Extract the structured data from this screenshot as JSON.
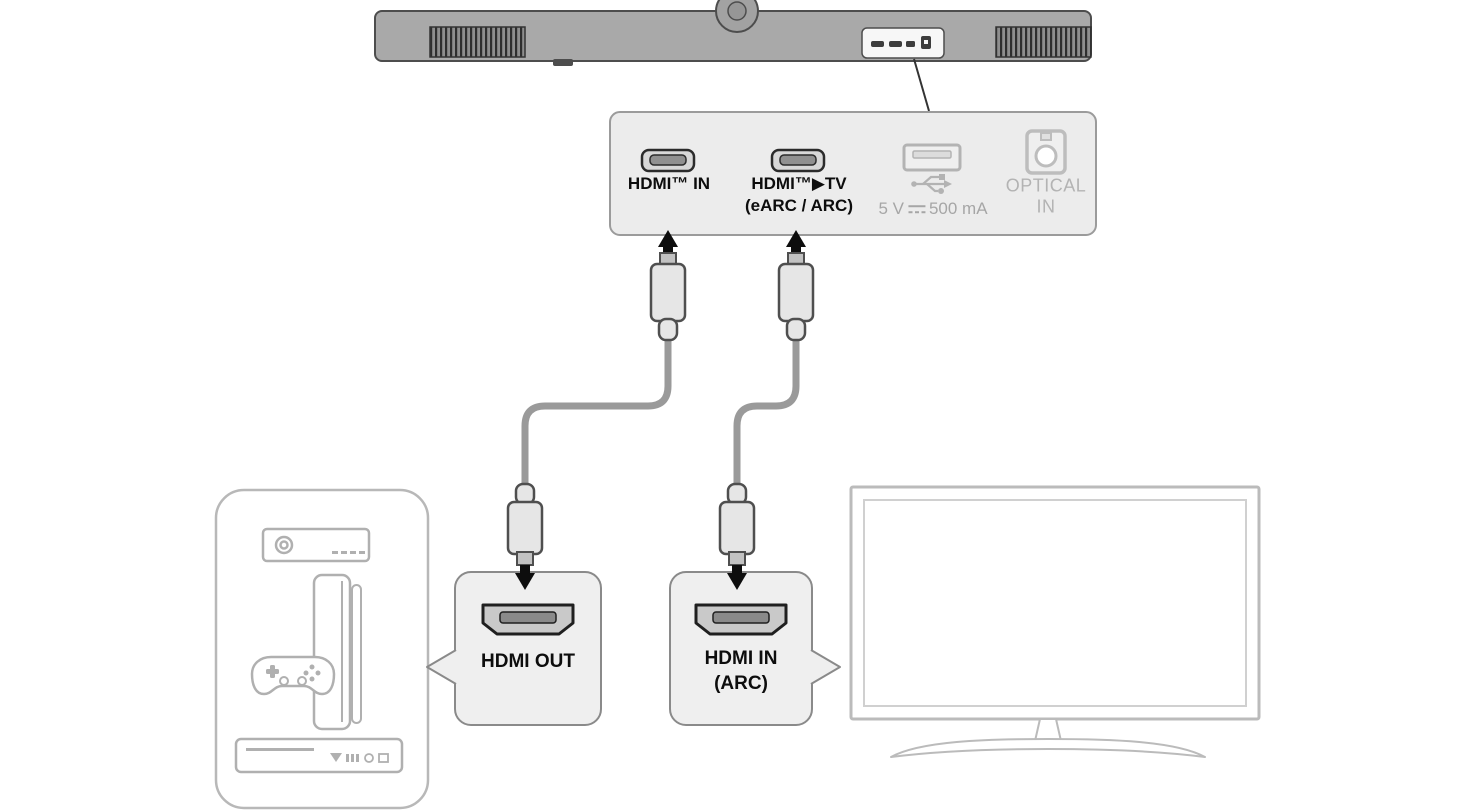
{
  "colors": {
    "soundbar_body": "#a9a9a9",
    "soundbar_outline": "#4d4d4d",
    "panel_fill": "#ececec",
    "panel_border": "#9b9b9b",
    "active_port_outline": "#2b2b2b",
    "inactive_port_gray": "#b3b3b3",
    "cable_gray": "#9a9a9a",
    "connector_fill": "#e6e6e6",
    "connector_outline": "#4f4f4f",
    "label_dark": "#0d0d0d",
    "label_gray": "#a6a6a6",
    "device_outline": "#b0b0b0",
    "tv_outline": "#bbbbbb",
    "arrow_black": "#0d0d0d"
  },
  "panel": {
    "ports": {
      "hdmi_in": {
        "label": "HDMI™ IN"
      },
      "hdmi_tv": {
        "label_line1": "HDMI™▶TV",
        "label_line2": "(eARC / ARC)"
      },
      "usb": {
        "label_prefix": "5 V",
        "label_suffix": "500 mA"
      },
      "optical": {
        "label_line1": "OPTICAL",
        "label_line2": "IN"
      }
    }
  },
  "boxes": {
    "hdmi_out": {
      "label": "HDMI OUT"
    },
    "hdmi_in_arc": {
      "label_line1": "HDMI IN",
      "label_line2": "(ARC)"
    }
  },
  "icons": {
    "usb_symbol": "usb-trident",
    "dc_symbol": "solid-line-over-dashed-line",
    "hdmi_port": "hdmi-socket-trapezoid",
    "arrow_up": "black-arrow-into-panel",
    "arrow_down": "black-arrow-into-socket"
  }
}
